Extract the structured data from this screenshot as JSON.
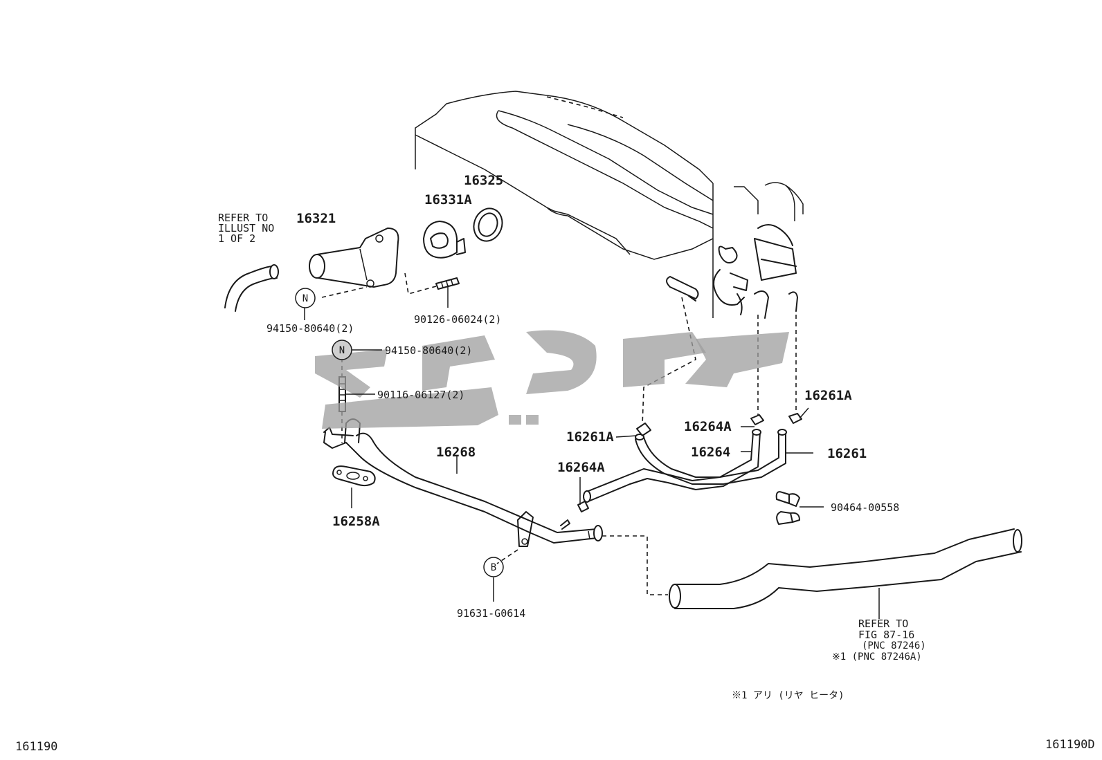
{
  "diagram": {
    "code_left": "161190",
    "code_right": "161190D",
    "note": "※1 アリ (リヤ ヒータ)",
    "refer_top": [
      "REFER TO",
      "ILLUST NO",
      "1 OF 2"
    ],
    "refer_bottom": [
      "REFER TO",
      "FIG 87-16",
      "(PNC 87246)",
      "※1 (PNC 87246A)"
    ],
    "markers": {
      "n": "N",
      "b": "B"
    },
    "parts": {
      "p16321": "16321",
      "p16331A": "16331A",
      "p16325": "16325",
      "p94150_a": "94150-80640(2)",
      "p90126": "90126-06024(2)",
      "p94150_b": "94150-80640(2)",
      "p90116": "90116-06127(2)",
      "p16268": "16268",
      "p16258A": "16258A",
      "p91631": "91631-G0614",
      "p16264A_lower": "16264A",
      "p16261A_left": "16261A",
      "p16264A_upper": "16264A",
      "p16261A_right": "16261A",
      "p16264": "16264",
      "p16261": "16261",
      "p90464": "90464-00558"
    },
    "colors": {
      "line": "#1a1a1a",
      "watermark": "#9e9e9e",
      "background": "#ffffff"
    }
  }
}
